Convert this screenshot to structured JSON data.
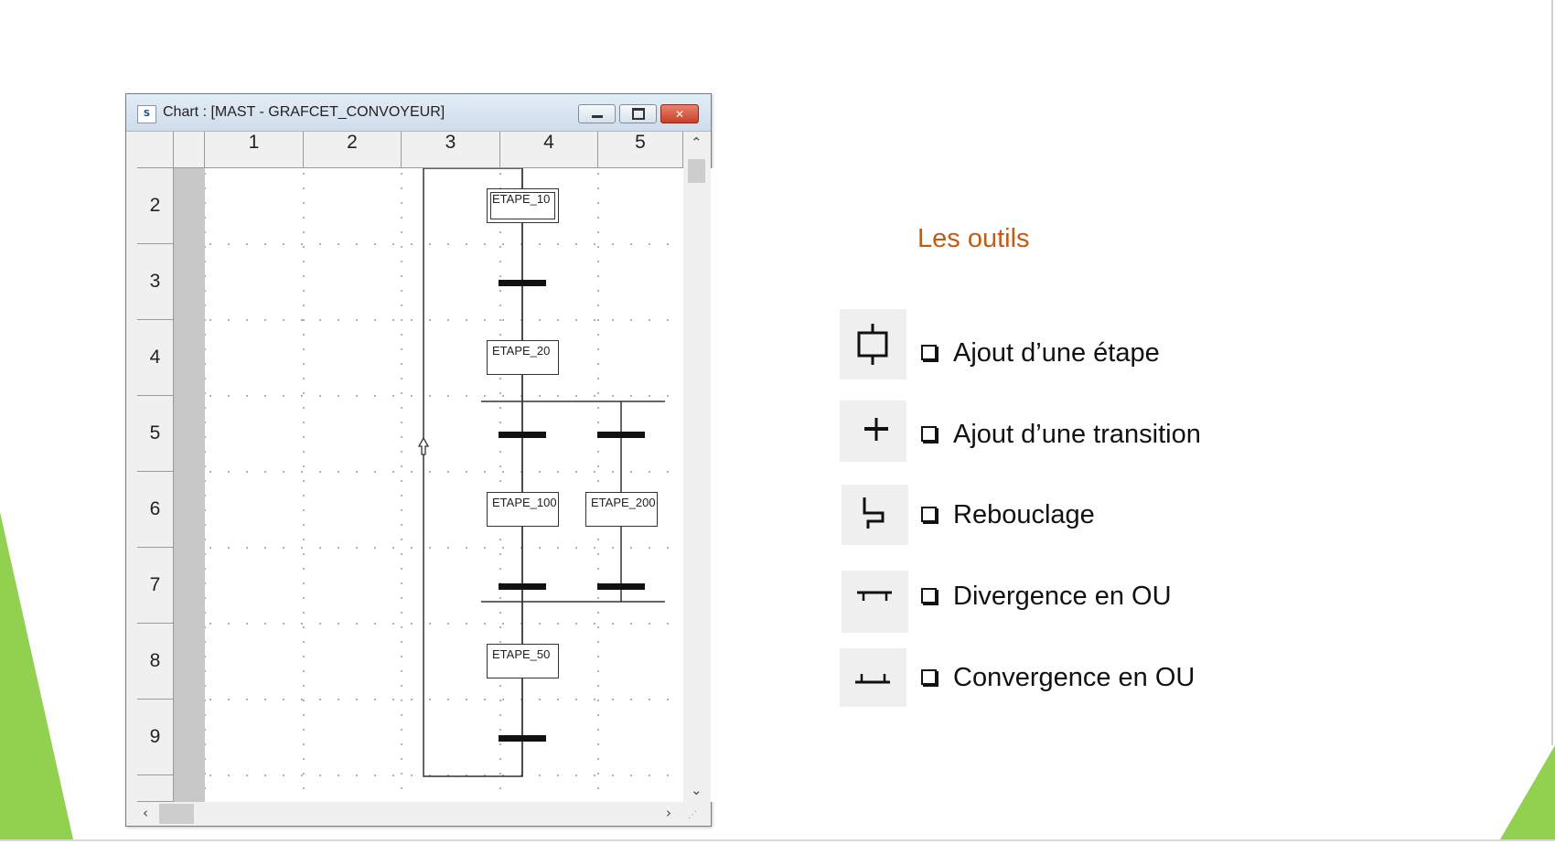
{
  "window": {
    "title": "Chart : [MAST - GRAFCET_CONVOYEUR]",
    "icon_text": "S",
    "buttons": {
      "minimize": "minimize-icon",
      "maximize": "maximize-icon",
      "close": "close-icon"
    }
  },
  "columns": [
    "1",
    "2",
    "3",
    "4",
    "5"
  ],
  "rows": [
    "2",
    "3",
    "4",
    "5",
    "6",
    "7",
    "8",
    "9"
  ],
  "steps": {
    "s10": "ETAPE_10",
    "s20": "ETAPE_20",
    "s100": "ETAPE_100",
    "s200": "ETAPE_200",
    "s50": "ETAPE_50"
  },
  "panel": {
    "title": "Les outils",
    "tools": [
      {
        "label": "Ajout d’une étape",
        "icon": "step-icon"
      },
      {
        "label": "Ajout d’une transition",
        "icon": "transition-icon"
      },
      {
        "label": "Rebouclage",
        "icon": "loopback-icon"
      },
      {
        "label": "Divergence en OU",
        "icon": "or-divergence-icon"
      },
      {
        "label": "Convergence en OU",
        "icon": "or-convergence-icon"
      }
    ]
  },
  "colors": {
    "accent": "#c55a11",
    "slide_green": "#92d050"
  }
}
